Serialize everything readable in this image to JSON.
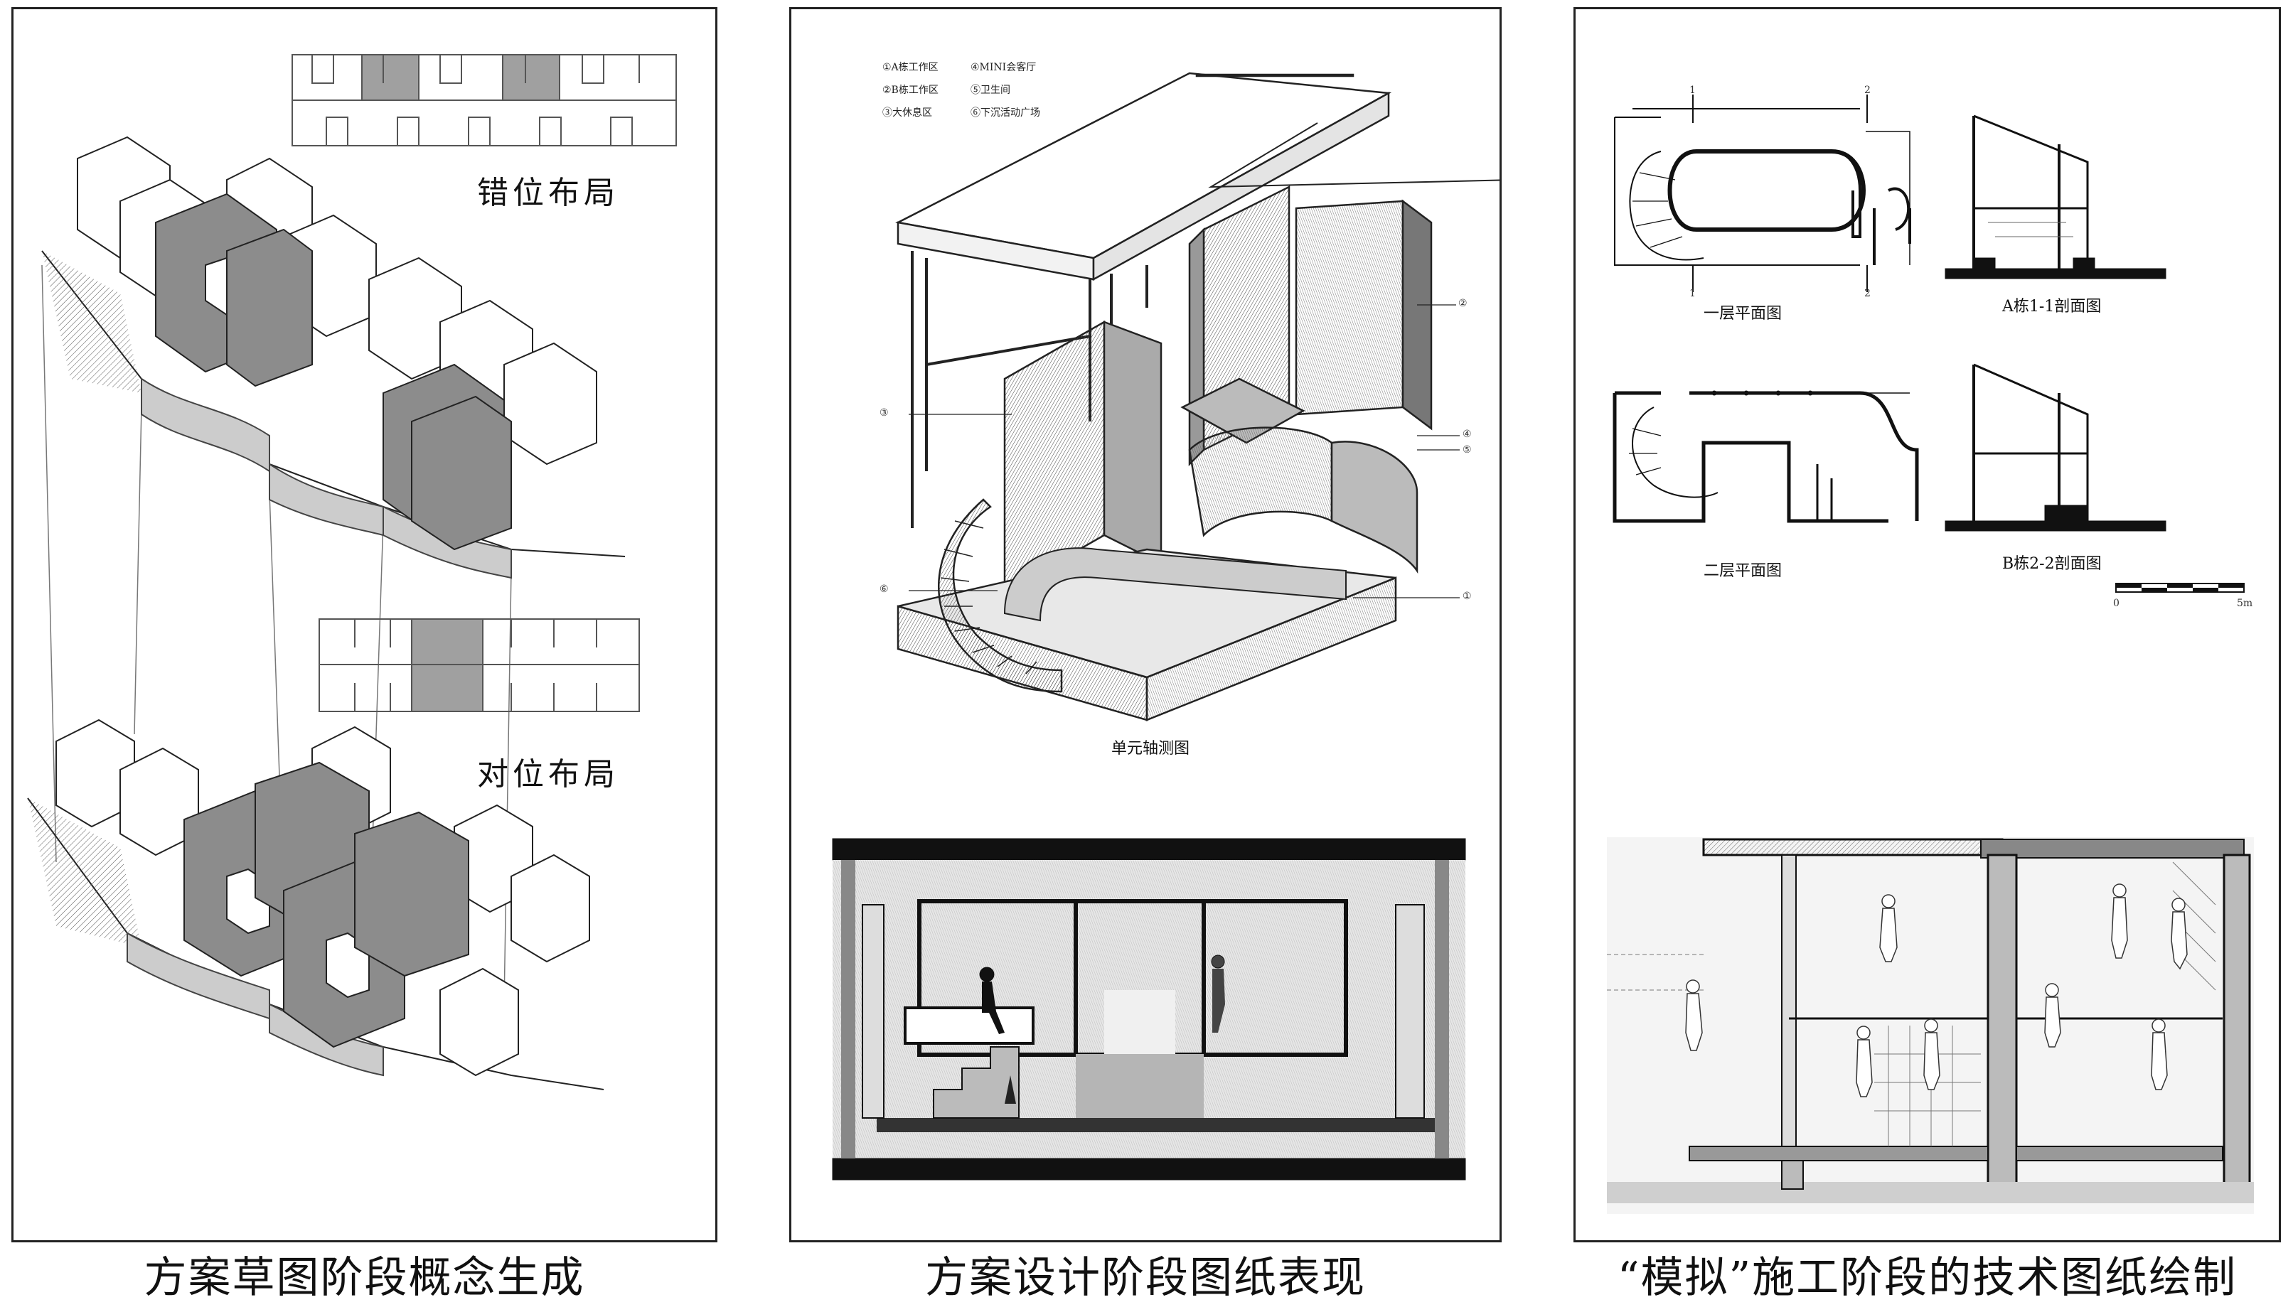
{
  "captions": {
    "left": "方案草图阶段概念生成",
    "middle": "方案设计阶段图纸表现",
    "right": "“模拟”施工阶段的技术图纸绘制"
  },
  "left_panel": {
    "layout_top_label": "错位布局",
    "layout_bottom_label": "对位布局"
  },
  "middle_panel": {
    "legend": [
      "①A栋工作区",
      "④MINI会客厅",
      "②B栋工作区",
      "⑤卫生间",
      "③大休息区",
      "⑥下沉活动广场"
    ],
    "callouts": [
      "①",
      "②",
      "③",
      "④",
      "⑤",
      "⑥"
    ],
    "axon_label": "单元轴测图"
  },
  "right_panel": {
    "plan1_label": "一层平面图",
    "plan2_label": "二层平面图",
    "section_a_label": "A栋1-1剖面图",
    "section_b_label": "B栋2-2剖面图",
    "section_marks": [
      "1",
      "1",
      "2",
      "2"
    ],
    "scale_start": "0",
    "scale_end": "5m"
  },
  "colors": {
    "frame": "#222222",
    "shaded_unit": "#8c8c8c",
    "plan_highlight": "#a0a0a0"
  }
}
